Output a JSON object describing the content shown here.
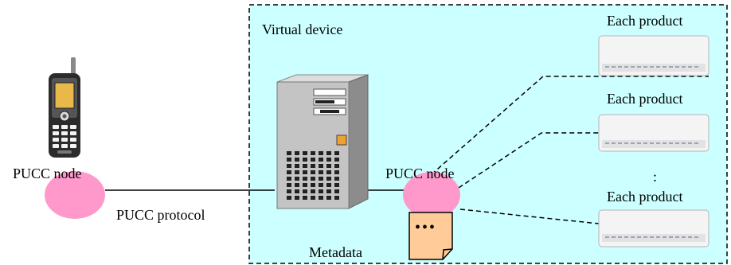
{
  "virtual_device": {
    "label": "Virtual device",
    "fill": "#ccffff"
  },
  "phone_node": {
    "label": "PUCC node"
  },
  "server_node": {
    "label": "PUCC node"
  },
  "protocol": {
    "label": "PUCC protocol"
  },
  "metadata": {
    "label": "Metadata",
    "glyph": "•••",
    "fill": "#ffcc99"
  },
  "node_color": "#ff99cc",
  "products": [
    {
      "label": "Each product"
    },
    {
      "label": "Each product"
    },
    {
      "label": "Each product"
    }
  ],
  "ellipsis": ":"
}
